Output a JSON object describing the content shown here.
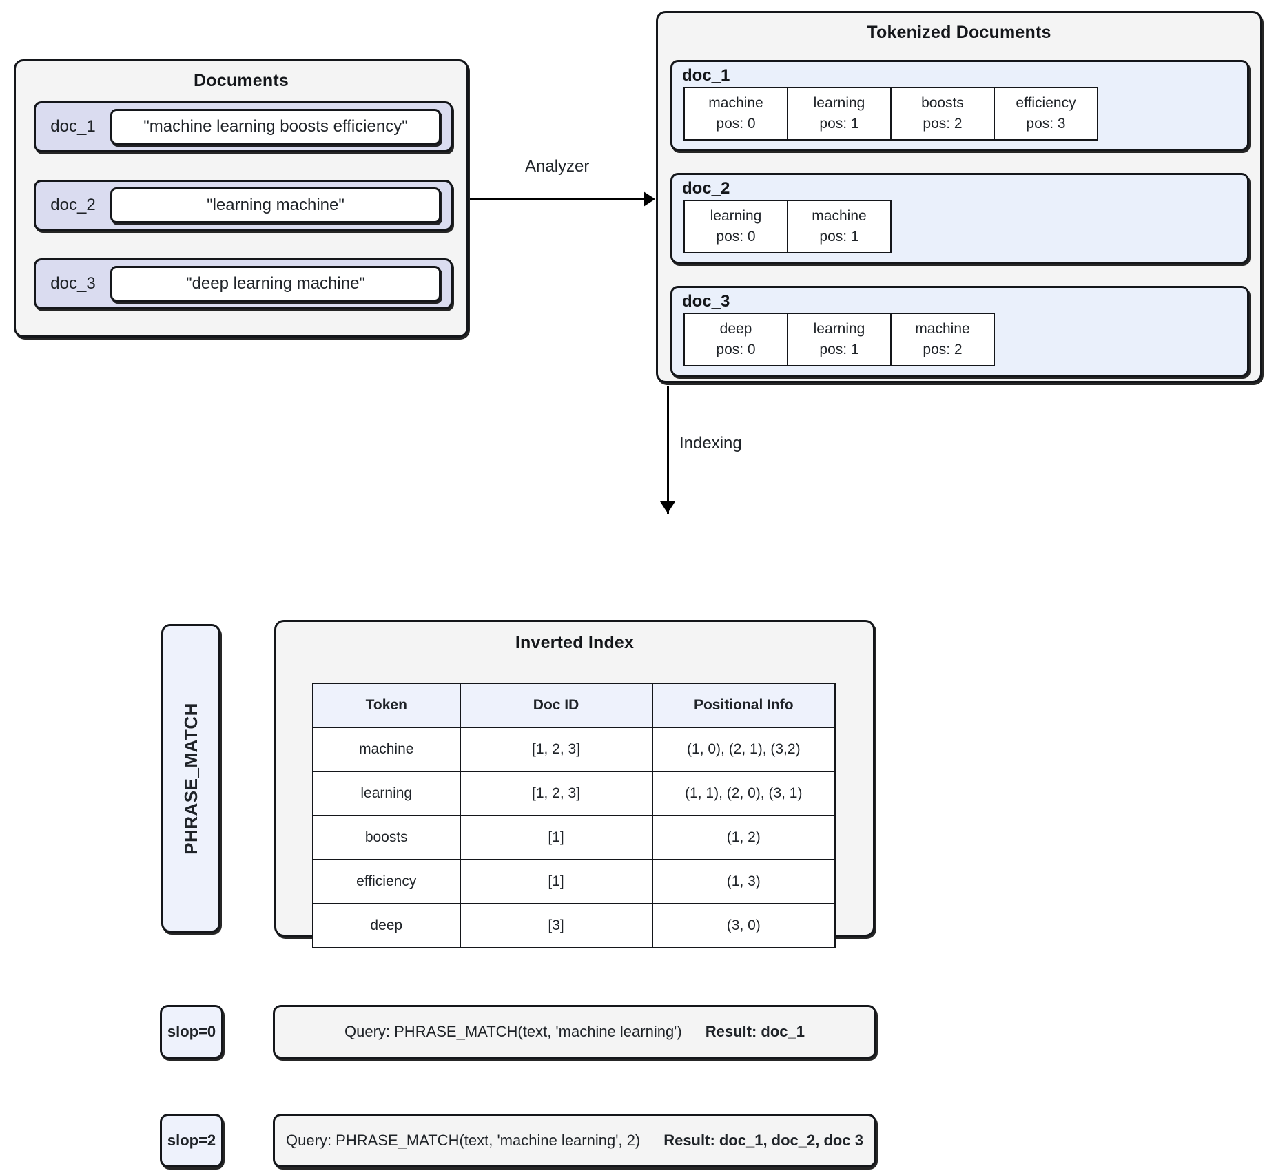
{
  "documents_panel": {
    "title": "Documents",
    "rows": [
      {
        "id": "doc_1",
        "text": "\"machine learning boosts efficiency\""
      },
      {
        "id": "doc_2",
        "text": "\"learning machine\""
      },
      {
        "id": "doc_3",
        "text": "\"deep learning machine\""
      }
    ]
  },
  "tokenized_panel": {
    "title": "Tokenized Documents",
    "docs": [
      {
        "id": "doc_1",
        "tokens": [
          {
            "token": "machine",
            "pos": "pos: 0"
          },
          {
            "token": "learning",
            "pos": "pos: 1"
          },
          {
            "token": "boosts",
            "pos": "pos: 2"
          },
          {
            "token": "efficiency",
            "pos": "pos: 3"
          }
        ]
      },
      {
        "id": "doc_2",
        "tokens": [
          {
            "token": "learning",
            "pos": "pos: 0"
          },
          {
            "token": "machine",
            "pos": "pos: 1"
          }
        ]
      },
      {
        "id": "doc_3",
        "tokens": [
          {
            "token": "deep",
            "pos": "pos: 0"
          },
          {
            "token": "learning",
            "pos": "pos: 1"
          },
          {
            "token": "machine",
            "pos": "pos: 2"
          }
        ]
      }
    ]
  },
  "arrows": {
    "analyzer_label": "Analyzer",
    "indexing_label": "Indexing"
  },
  "phrase_match": {
    "label": "PHRASE_MATCH"
  },
  "index_panel": {
    "title": "Inverted Index",
    "columns": [
      "Token",
      "Doc ID",
      "Positional Info"
    ],
    "rows": [
      {
        "token": "machine",
        "doc_id": "[1, 2, 3]",
        "positional": "(1, 0), (2, 1), (3,2)"
      },
      {
        "token": "learning",
        "doc_id": "[1, 2, 3]",
        "positional": "(1, 1), (2, 0), (3, 1)"
      },
      {
        "token": "boosts",
        "doc_id": "[1]",
        "positional": "(1, 2)"
      },
      {
        "token": "efficiency",
        "doc_id": "[1]",
        "positional": "(1, 3)"
      },
      {
        "token": "deep",
        "doc_id": "[3]",
        "positional": "(3, 0)"
      }
    ]
  },
  "queries": [
    {
      "slop": "slop=0",
      "query": "Query: PHRASE_MATCH(text, 'machine learning')",
      "result": "Result: doc_1"
    },
    {
      "slop": "slop=2",
      "query": "Query: PHRASE_MATCH(text, 'machine learning', 2)",
      "result": "Result: doc_1, doc_2, doc 3"
    }
  ],
  "colors": {
    "panel_bg": "#f4f4f4",
    "doc_row_bg": "#dadcf0",
    "tokenized_doc_bg": "#eaf0fb",
    "table_header_bg": "#eef2fc",
    "stroke": "#14161a"
  }
}
